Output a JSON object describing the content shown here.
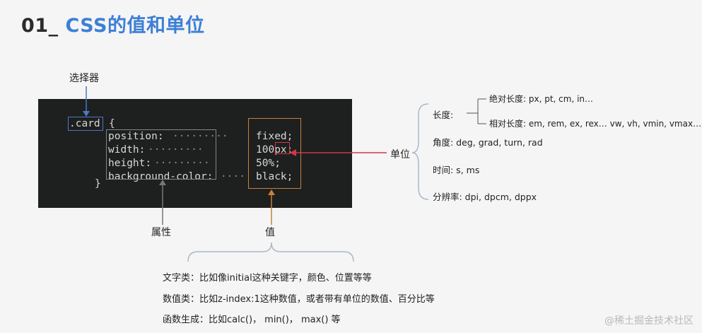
{
  "title": {
    "number": "01_",
    "text": "CSS的值和单位"
  },
  "code": {
    "selector": ".card",
    "open_brace": "{",
    "close_brace": "}",
    "lines": [
      {
        "property": "position:",
        "dots": "·········",
        "value": "fixed;"
      },
      {
        "property": "width:",
        "dots": "·········",
        "value": "100px;"
      },
      {
        "property": "height:",
        "dots": "·········",
        "value": "50%;"
      },
      {
        "property": "background-color:",
        "dots": "····",
        "value": "black;"
      }
    ]
  },
  "labels": {
    "selector": "选择器",
    "property": "属性",
    "value": "值",
    "unit": "单位"
  },
  "units": {
    "length_label": "长度:",
    "absolute": "绝对长度:  px, pt, cm, in…",
    "relative": "相对长度: em, rem, ex, rex…  vw, vh, vmin, vmax…",
    "angle": "角度:  deg, grad, turn, rad",
    "time": "时间:   s, ms",
    "resolution": "分辨率: dpi, dpcm, dppx"
  },
  "value_types": [
    "文字类：比如像initial这种关键字，颜色、位置等等",
    "数值类：比如z-index:1这种数值，或者带有单位的数值、百分比等",
    "函数生成：比如calc()，  min()，  max() 等"
  ],
  "watermark": "@稀土掘金技术社区",
  "colors": {
    "title_accent": "#3d7fd6",
    "selector_outline": "#4a78c4",
    "value_outline": "#c9813c",
    "unit_outline": "#d2374b",
    "code_background": "#1e1f1f"
  }
}
